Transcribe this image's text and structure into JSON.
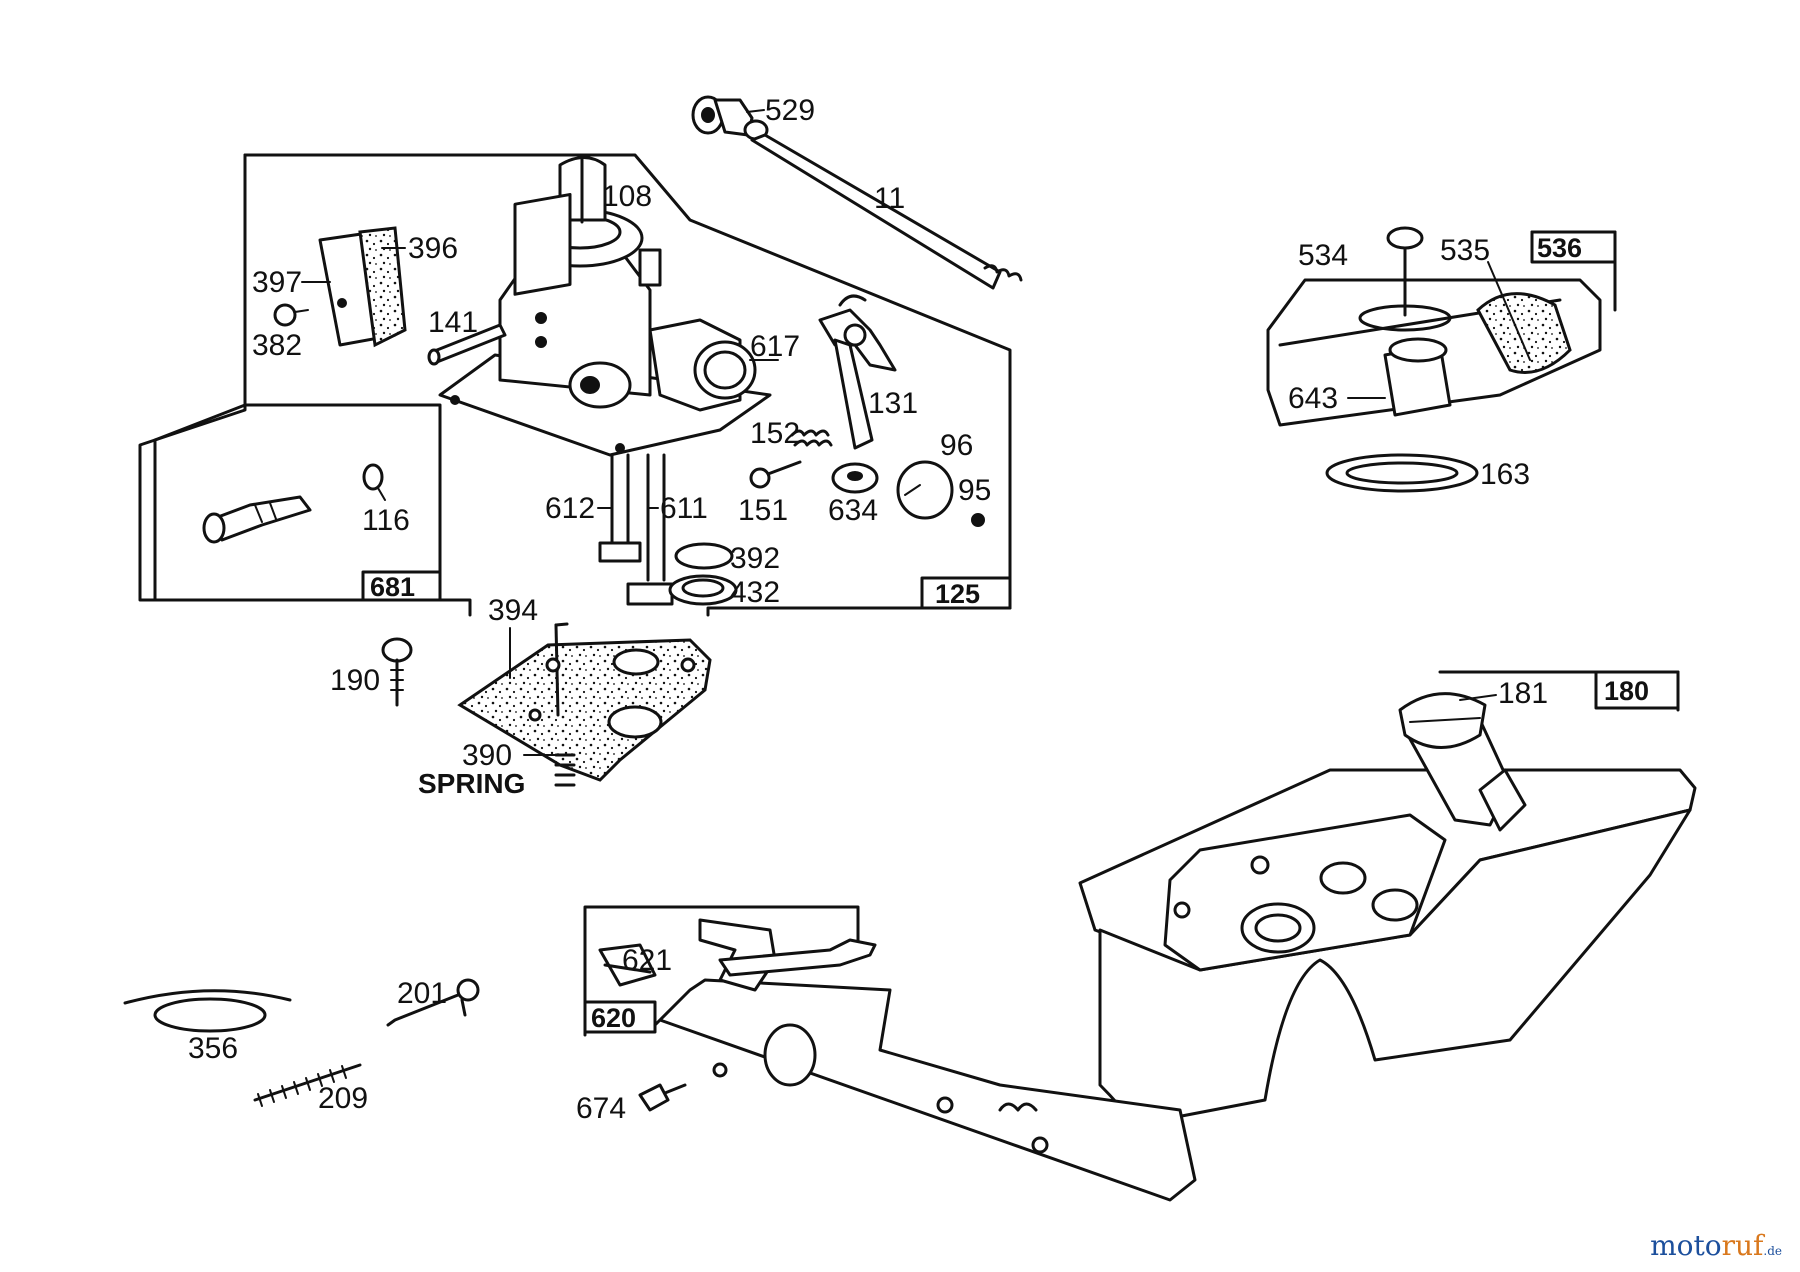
{
  "labels": {
    "p529": "529",
    "p11": "11",
    "p108": "108",
    "p396": "396",
    "p397": "397",
    "p382": "382",
    "p141": "141",
    "p617": "617",
    "p131": "131",
    "p152": "152",
    "p96": "96",
    "p95": "95",
    "p151": "151",
    "p634": "634",
    "p612": "612",
    "p611": "611",
    "p392": "392",
    "p432": "432",
    "p116": "116",
    "p681": "681",
    "p125": "125",
    "p394": "394",
    "p190": "190",
    "p390": "390",
    "spring": "SPRING",
    "p534": "534",
    "p535": "535",
    "p536": "536",
    "p643": "643",
    "p163": "163",
    "p181": "181",
    "p180": "180",
    "p621": "621",
    "p620": "620",
    "p674": "674",
    "p201": "201",
    "p356": "356",
    "p209": "209"
  },
  "watermark": {
    "part_a": "moto",
    "part_b": "ruf",
    "part_c": ".de"
  }
}
